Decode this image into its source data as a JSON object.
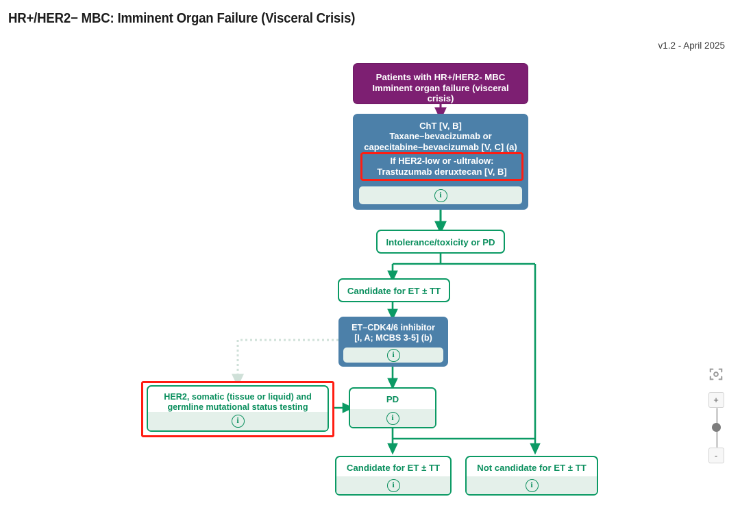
{
  "header": {
    "title": "HR+/HER2− MBC: Imminent Organ Failure (Visceral Crisis)",
    "version": "v1.2 - April 2025"
  },
  "colors": {
    "purple": "#7d1f72",
    "blue": "#4c80a9",
    "green": "#0b9a64",
    "green_text": "#0b8f5e",
    "info_strip": "#e4f0ea",
    "red_highlight": "#ff1d12",
    "dashed_connector": "#cfe0d8"
  },
  "nodes": {
    "patients": {
      "label": "Patients with HR+/HER2- MBC\nImminent organ failure (visceral crisis)",
      "style": "purple"
    },
    "cht": {
      "label": "ChT [V, B]\nTaxane–bevacizumab or\ncapecitabine–bevacizumab [V, C] (a)",
      "style": "blue",
      "info": "i"
    },
    "her2_low_overlay": {
      "label": "If HER2-low or -ultralow:\nTrastuzumab deruxtecan [V, B]",
      "style": "red-overlay"
    },
    "intolerance": {
      "label": "Intolerance/toxicity or PD",
      "style": "green"
    },
    "candidate_et_tt_1": {
      "label": "Candidate for ET ± TT",
      "style": "green"
    },
    "et_cdk": {
      "label": "ET–CDK4/6 inhibitor\n[I, A; MCBS 3-5] (b)",
      "style": "blue",
      "info": "i"
    },
    "her2_testing": {
      "label": "HER2, somatic (tissue or liquid) and\ngermline mutational status testing",
      "style": "green",
      "info": "i",
      "highlighted": true
    },
    "pd": {
      "label": "PD",
      "style": "green",
      "info": "i"
    },
    "candidate_et_tt_2": {
      "label": "Candidate for ET ± TT",
      "style": "green",
      "info": "i"
    },
    "not_candidate_et_tt": {
      "label": "Not candidate for ET ± TT",
      "style": "green",
      "info": "i"
    }
  },
  "controls": {
    "fit_icon": "fit-to-screen-icon",
    "zoom_in_label": "+",
    "zoom_out_label": "-"
  }
}
